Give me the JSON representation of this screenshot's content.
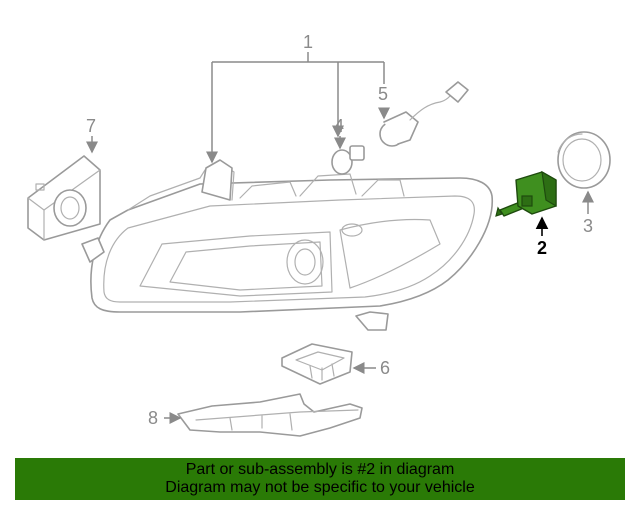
{
  "diagram": {
    "callouts": {
      "c1": "1",
      "c2": "2",
      "c3": "3",
      "c4": "4",
      "c5": "5",
      "c6": "6",
      "c7": "7",
      "c8": "8"
    },
    "highlighted_callout": "2",
    "highlight_color": "#3f8f1f"
  },
  "banner": {
    "line1": "Part or sub-assembly is #2 in diagram",
    "line2": "Diagram may not be specific to your vehicle",
    "background_color": "#2a7a06"
  }
}
